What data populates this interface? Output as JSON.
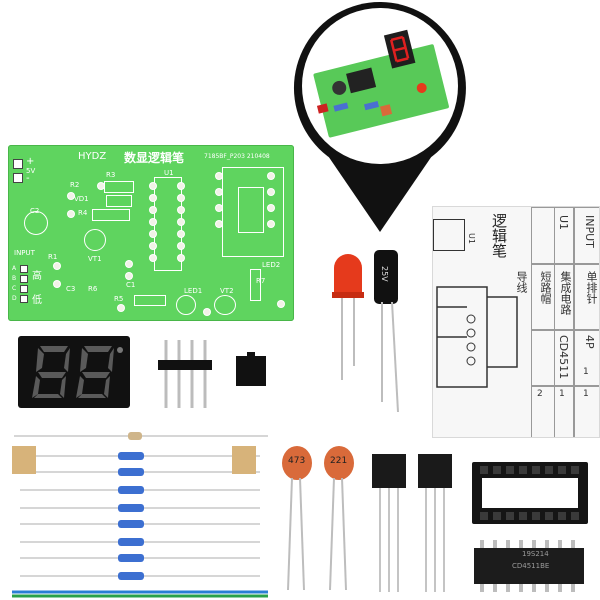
{
  "pcb": {
    "brand": "HYDZ",
    "title": "数显逻辑笔",
    "code": "7185BF_P203 210408",
    "power_plus": "+",
    "power_5v": "5V",
    "power_minus": "-",
    "input_label": "INPUT",
    "high_label": "高",
    "low_label": "低",
    "pin_a": "A",
    "pin_b": "B",
    "pin_c": "C",
    "pin_d": "D",
    "labels": {
      "r2": "R2",
      "r3": "R3",
      "vd1": "VD1",
      "r4": "R4",
      "u1": "U1",
      "c2": "C2",
      "r1": "R1",
      "vt1": "VT1",
      "c3": "C3",
      "r6": "R6",
      "c1": "C1",
      "r5": "R5",
      "led1": "LED1",
      "vt2": "VT2",
      "r7": "R7",
      "led2": "LED2"
    }
  },
  "capacitor_label": "25V",
  "ceramic_caps": [
    "473",
    "221"
  ],
  "ic_markings": [
    "19S214",
    "CD4511BE"
  ],
  "manual": {
    "title": "逻辑笔",
    "u1": "U1",
    "col_headers": [
      "INPUT",
      "U1",
      "4P"
    ],
    "rows": [
      [
        "单排针",
        "集成电路",
        "CD4511"
      ],
      [
        "短路帽",
        "导线",
        ""
      ]
    ],
    "nums": [
      "2",
      "1",
      "1",
      "1"
    ]
  },
  "colors": {
    "pcb_green": "#5fd45f",
    "led_red": "#e53a1c",
    "segment_grey": "#3a3a3a",
    "capacitor_orange": "#d96a3a"
  },
  "icons": [
    "magnifier-callout",
    "seven-segment-display",
    "pin-header",
    "jumper-cap",
    "resistor",
    "ceramic-capacitor",
    "transistor",
    "ic-socket",
    "ic-chip",
    "electrolytic-capacitor",
    "red-led"
  ]
}
